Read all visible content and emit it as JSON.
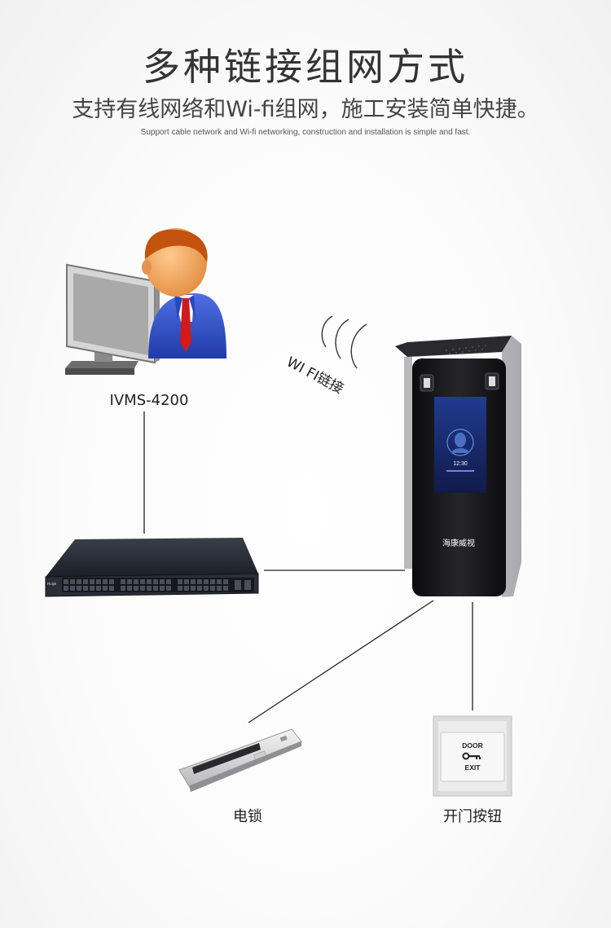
{
  "header": {
    "title": "多种链接组网方式",
    "subtitle": "支持有线网络和Wi-fi组网，施工安装简单快捷。",
    "subtitle_en": "Support cable network and Wi-fi networking, construction and installation is simple and fast."
  },
  "nodes": {
    "workstation_label": "IVMS-4200",
    "wifi_label": "WI FI链接",
    "lock_label": "电锁",
    "button_label": "开门按钮"
  },
  "terminal": {
    "brand": "海康威视",
    "clock": "12:30"
  },
  "exit_button": {
    "top_text": "DOOR",
    "bottom_text": "EXIT"
  },
  "switch": {
    "brand": "Ruijie"
  },
  "colors": {
    "line": "#222222",
    "terminal_body": "#1a1a1c",
    "terminal_frame": "#c8c8cc",
    "screen": "#1b2a6b",
    "avatar_suit": "#2f50c9",
    "avatar_skin": "#f2a15c",
    "avatar_hair": "#c2530e",
    "tie": "#d11a1a"
  },
  "icons": [
    "person-icon",
    "monitor-icon",
    "wifi-waves-icon",
    "network-switch-icon",
    "door-terminal-icon",
    "electric-lock-icon",
    "exit-button-icon"
  ]
}
